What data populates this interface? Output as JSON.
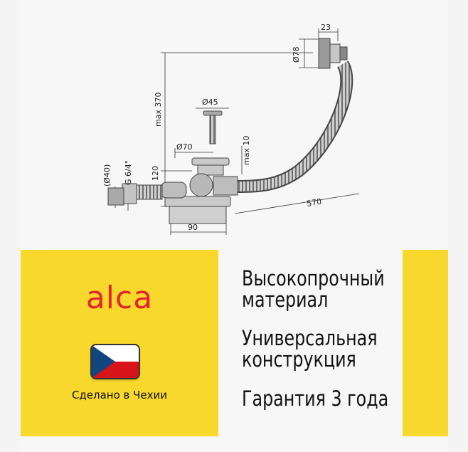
{
  "drawing": {
    "dimensions": {
      "d23": "23",
      "d78": "Ø78",
      "max370": "max 370",
      "d45": "Ø45",
      "d70": "Ø70",
      "max10": "max 10",
      "d40": "(Ø40)",
      "g64": "G 6/4\"",
      "d120": "120",
      "d90": "90",
      "d570": "570"
    }
  },
  "brand": {
    "logo": "alca",
    "made_in": "Сделано в Чехии",
    "flag": "czech-flag",
    "colors": {
      "panel": "#f8d82c",
      "logo": "#e3262b"
    }
  },
  "features": [
    {
      "line1": "Высокопрочный",
      "line2": "материал"
    },
    {
      "line1": "Универсальная",
      "line2": "конструкция"
    },
    {
      "line1": "Гарантия 3 года",
      "line2": ""
    }
  ]
}
